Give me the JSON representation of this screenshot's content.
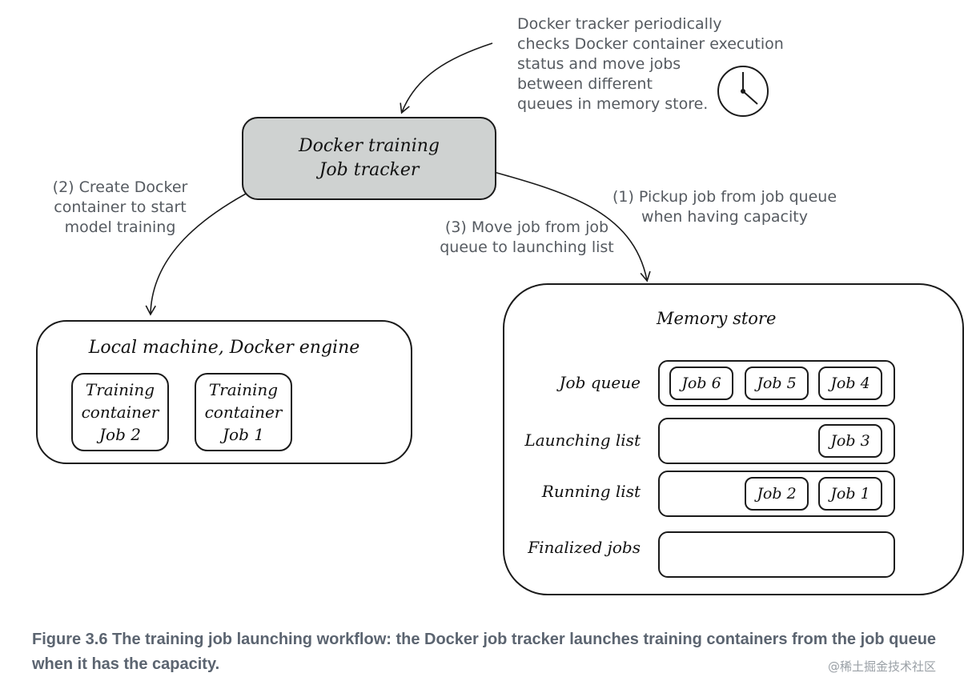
{
  "annotations": {
    "tracker_note": [
      "Docker tracker periodically",
      "checks Docker container execution",
      "status and move jobs",
      "between different",
      "queues in memory store."
    ],
    "create_container": [
      "(2) Create Docker",
      "container to start",
      "model training"
    ],
    "pickup_job": [
      "(1) Pickup job from job queue",
      "when having capacity"
    ],
    "move_job": [
      "(3) Move job from job",
      "queue to launching list"
    ]
  },
  "tracker": {
    "lines": [
      "Docker training",
      "Job tracker"
    ]
  },
  "local_machine": {
    "title": "Local machine, Docker engine",
    "containers": [
      {
        "lines": [
          "Training",
          "container",
          "Job 2"
        ]
      },
      {
        "lines": [
          "Training",
          "container",
          "Job 1"
        ]
      }
    ]
  },
  "memory_store": {
    "title": "Memory store",
    "rows": [
      {
        "label": "Job queue",
        "jobs": [
          "Job 6",
          "Job 5",
          "Job 4"
        ]
      },
      {
        "label": "Launching list",
        "jobs": [
          "Job 3"
        ]
      },
      {
        "label": "Running list",
        "jobs": [
          "Job 2",
          "Job 1"
        ]
      },
      {
        "label": "Finalized jobs",
        "jobs": []
      }
    ]
  },
  "caption": "Figure 3.6    The training job launching workflow: the Docker job tracker launches training containers from the job queue when it has the capacity.",
  "watermark": "@稀土掘金技术社区",
  "colors": {
    "tracker_fill": "#cfd2d1",
    "caption": "#5b6470",
    "annotation": "#555a60"
  }
}
